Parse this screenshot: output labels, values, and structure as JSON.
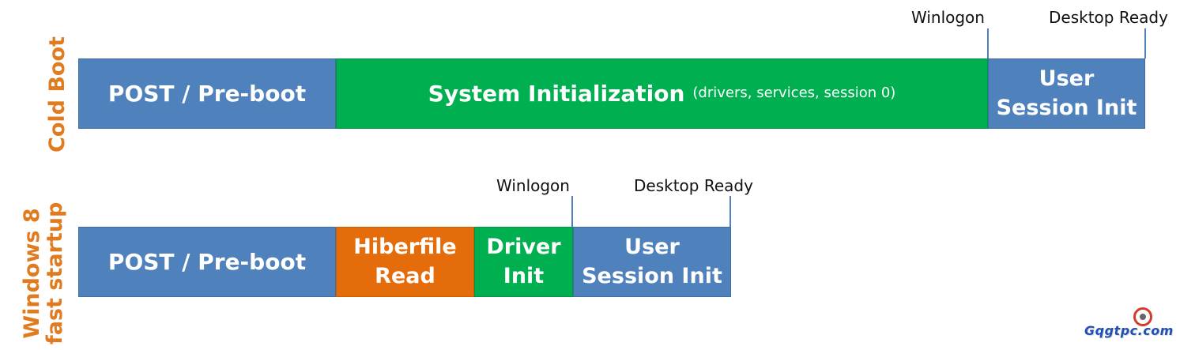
{
  "row_labels": {
    "cold_boot": "Cold Boot",
    "fast_startup_line1": "Windows 8",
    "fast_startup_line2": "fast startup"
  },
  "cold_boot": {
    "post": "POST / Pre-boot",
    "system_init": "System Initialization",
    "system_init_note": "(drivers, services, session 0)",
    "user_session_line1": "User",
    "user_session_line2": "Session Init",
    "winlogon": "Winlogon",
    "desktop_ready": "Desktop Ready"
  },
  "fast_startup": {
    "post": "POST / Pre-boot",
    "hiberfile_line1": "Hiberfile",
    "hiberfile_line2": "Read",
    "driver_line1": "Driver",
    "driver_line2": "Init",
    "user_session_line1": "User",
    "user_session_line2": "Session Init",
    "winlogon": "Winlogon",
    "desktop_ready": "Desktop Ready"
  },
  "watermark": {
    "text": "Gqgtpc.com"
  },
  "colors": {
    "blue": "#4f81bd",
    "green": "#00b050",
    "orange": "#e46c0a",
    "label_orange": "#e07b1f"
  }
}
